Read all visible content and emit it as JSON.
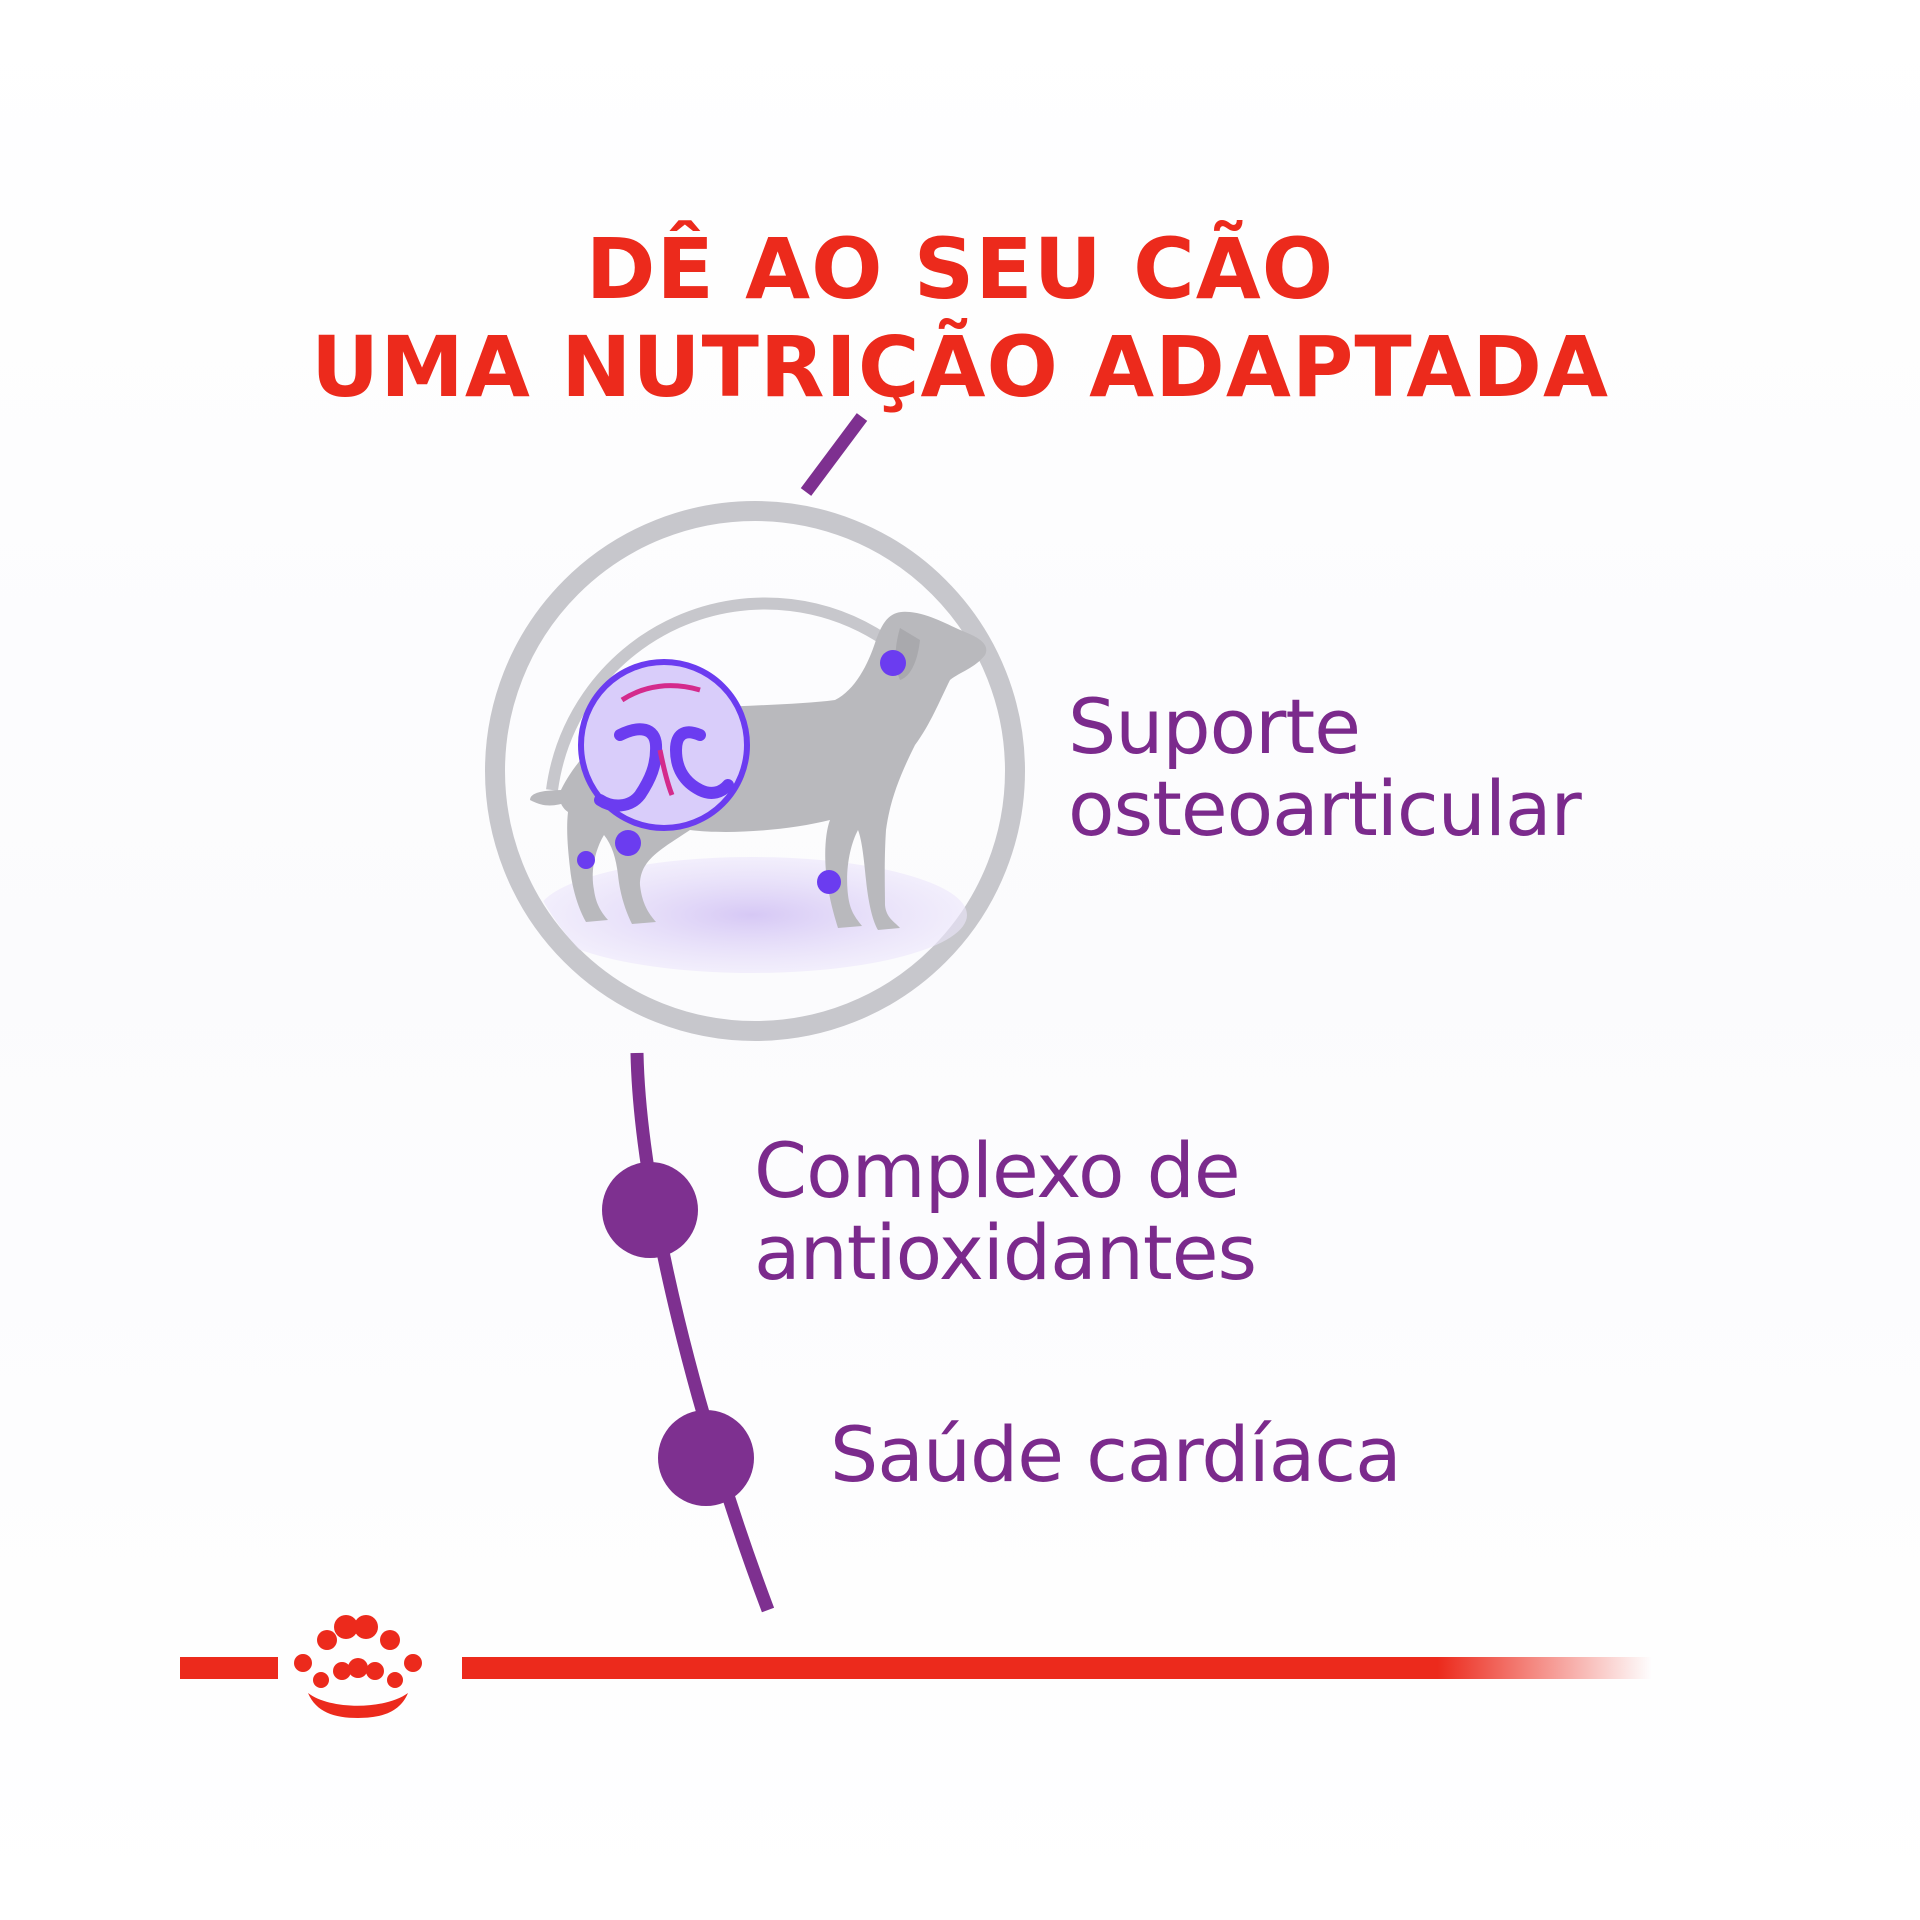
{
  "headline": {
    "line1": "DÊ AO SEU CÃO",
    "line2": "UMA NUTRIÇÃO ADAPTADA"
  },
  "benefits": [
    {
      "line1": "Suporte",
      "line2": "osteoarticular"
    },
    {
      "line1": "Complexo de",
      "line2": "antioxidantes"
    },
    {
      "line1": "Saúde cardíaca",
      "line2": ""
    }
  ],
  "brand": {
    "logo": "crown-logo-icon"
  },
  "colors": {
    "headline_red": "#ec2a1c",
    "benefit_purple": "#7b2a8c",
    "dot_purple": "#7e3090",
    "ring_grey": "#c7c7cc",
    "dog_grey": "#b9b9bd",
    "joint_violet": "#6b3cf0"
  },
  "icons": [
    "dog-joint-illustration",
    "crown-logo-icon"
  ]
}
